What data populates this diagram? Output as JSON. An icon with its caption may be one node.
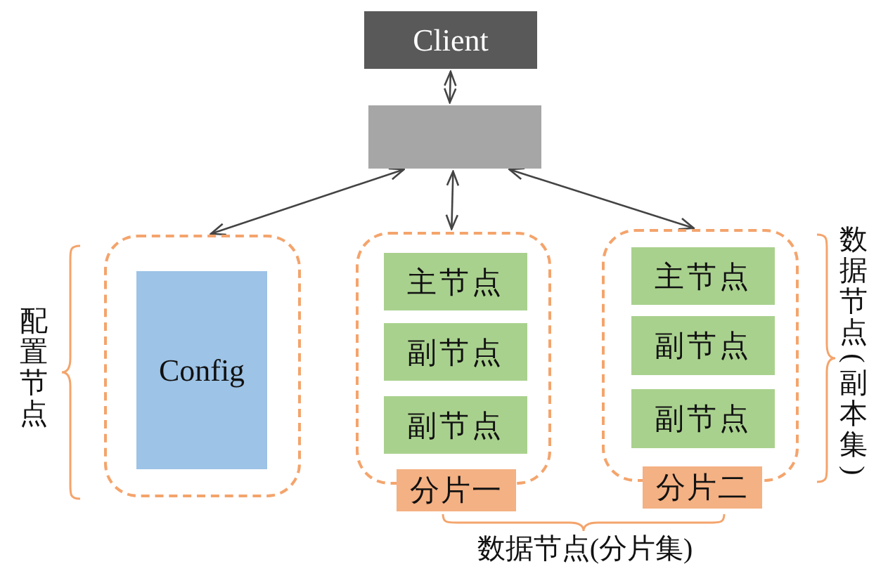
{
  "diagram": {
    "nodes": [
      {
        "text": [
          "Client"
        ]
      },
      {
        "text": [],
        "shape": "box"
      },
      {
        "text": [],
        "shape": "box"
      },
      {
        "text": [
          "Config"
        ],
        "in": 2
      },
      {
        "text": [],
        "shape": "box"
      },
      {
        "text": [
          "主节点"
        ],
        "in": 4
      },
      {
        "text": [
          "副节点"
        ],
        "in": 4
      },
      {
        "text": [
          "副节点"
        ],
        "in": 4
      },
      {
        "text": [
          "分片一"
        ]
      },
      {
        "text": [],
        "shape": "box"
      },
      {
        "text": [
          "主节点"
        ],
        "in": 9
      },
      {
        "text": [
          "副节点"
        ],
        "in": 9
      },
      {
        "text": [
          "副节点"
        ],
        "in": 9
      },
      {
        "text": [
          "分片二"
        ]
      }
    ],
    "edges": [
      {
        "from": 0,
        "to": 1,
        "arrow": "both"
      },
      {
        "from": 1,
        "to": 2,
        "arrow": "both"
      },
      {
        "from": 1,
        "to": 4,
        "arrow": "both"
      },
      {
        "from": 1,
        "to": 9,
        "arrow": "both"
      }
    ],
    "labels": [
      "配置节点",
      "数据节点(副本集)",
      "数据节点(分片集)"
    ]
  }
}
